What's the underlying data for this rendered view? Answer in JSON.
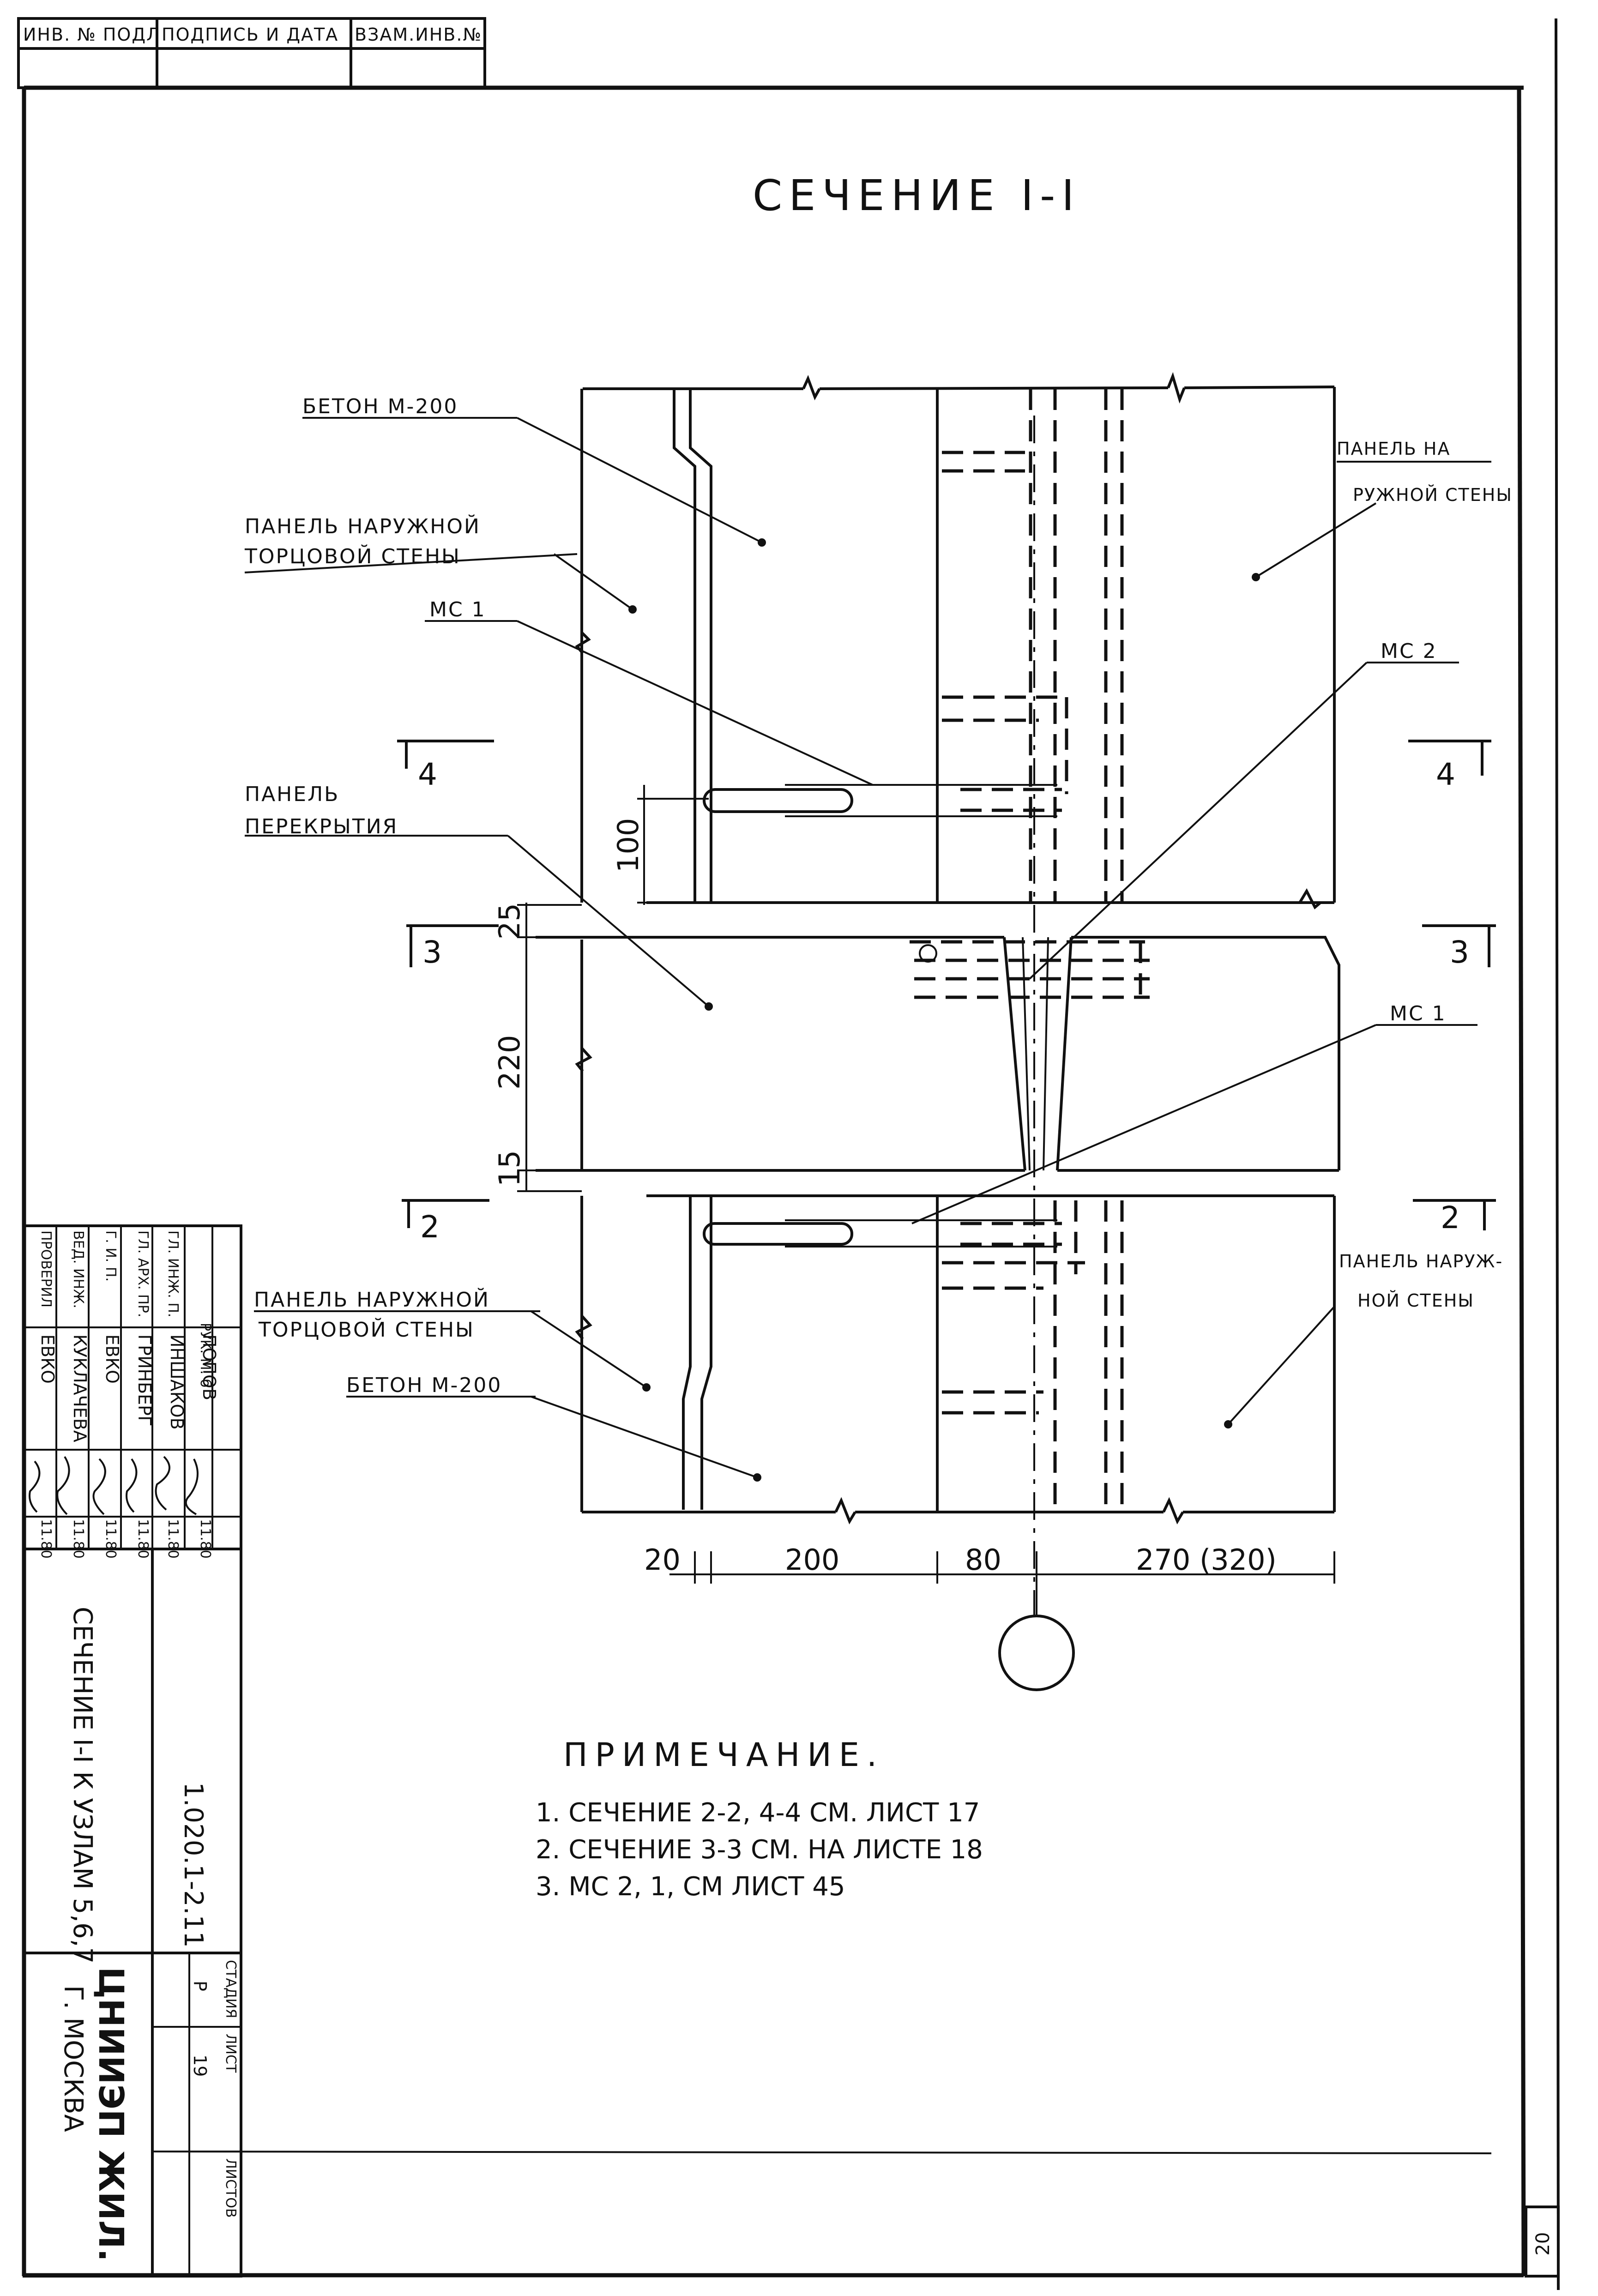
{
  "top_stamp": [
    "ИНВ. № ПОДЛ",
    "ПОДПИСЬ И ДАТА",
    "ВЗАМ.ИНВ.№"
  ],
  "title": "СЕЧЕНИЕ I-I",
  "labels": {
    "beton_top": "БЕТОН М-200",
    "panel_outer_top_1": "ПАНЕЛЬ НАРУЖНОЙ",
    "panel_outer_top_2": "ТОРЦОВОЙ СТЕНЫ",
    "ms1_top": "МС 1",
    "panel_floor_1": "ПАНЕЛЬ",
    "panel_floor_2": "ПЕРЕКРЫТИЯ",
    "panel_right_top_1": "ПАНЕЛЬ НА",
    "panel_right_top_2": "РУЖНОЙ СТЕНЫ",
    "ms2": "МС 2",
    "ms1_right": "МС 1",
    "panel_outer_bot_1": "ПАНЕЛЬ НАРУЖНОЙ",
    "panel_outer_bot_2": "ТОРЦОВОЙ СТЕНЫ",
    "beton_bot": "БЕТОН М-200",
    "panel_right_bot_1": "ПАНЕЛЬ НАРУЖ-",
    "panel_right_bot_2": "НОЙ СТЕНЫ"
  },
  "section_marks": {
    "m4_left": "4",
    "m4_right": "4",
    "m3_left": "3",
    "m3_right": "3",
    "m2_left": "2",
    "m2_right": "2"
  },
  "dims": {
    "d100": "100",
    "d25": "25",
    "d220": "220",
    "d15": "15",
    "d20": "20",
    "d200": "200",
    "d80": "80",
    "d270": "270 (320)"
  },
  "notes": {
    "heading": "ПРИМЕЧАНИЕ.",
    "items": [
      "1. СЕЧЕНИЕ 2-2, 4-4 СМ. ЛИСТ 17",
      "2. СЕЧЕНИЕ 3-3 СМ. НА ЛИСТЕ 18",
      "3. МС 2, 1, СМ ЛИСТ 45"
    ]
  },
  "title_block": {
    "roles": [
      "РУК. М. б",
      "ГЛ. ИНЖ. П.",
      "ГЛ. АРХ. ПР.",
      "Г. И. П.",
      "ВЕД. ИНЖ.",
      "ПРОВЕРИЛ"
    ],
    "names": [
      "ПОПОВ",
      "ИНШАКОВ",
      "ГРИНБЕРГ",
      "ЕВКО",
      "КУКЛАЧЕВА",
      "ЕВКО"
    ],
    "dates": [
      "11.80",
      "11.80",
      "11.80",
      "11.80",
      "11.80",
      "11.80"
    ],
    "sheet_title": "СЕЧЕНИЕ I-I К УЗЛАМ 5,6,7",
    "doc_code": "1.020.1-2.11",
    "stage_label": "СТАДИЯ",
    "sheet_label": "ЛИСТ",
    "sheets_label": "ЛИСТОВ",
    "stage": "Р",
    "sheet_no": "19",
    "org_1": "ЦНИИЭП ЖИЛ.",
    "org_2": "Г. МОСКВА"
  },
  "corner_mark": "20"
}
